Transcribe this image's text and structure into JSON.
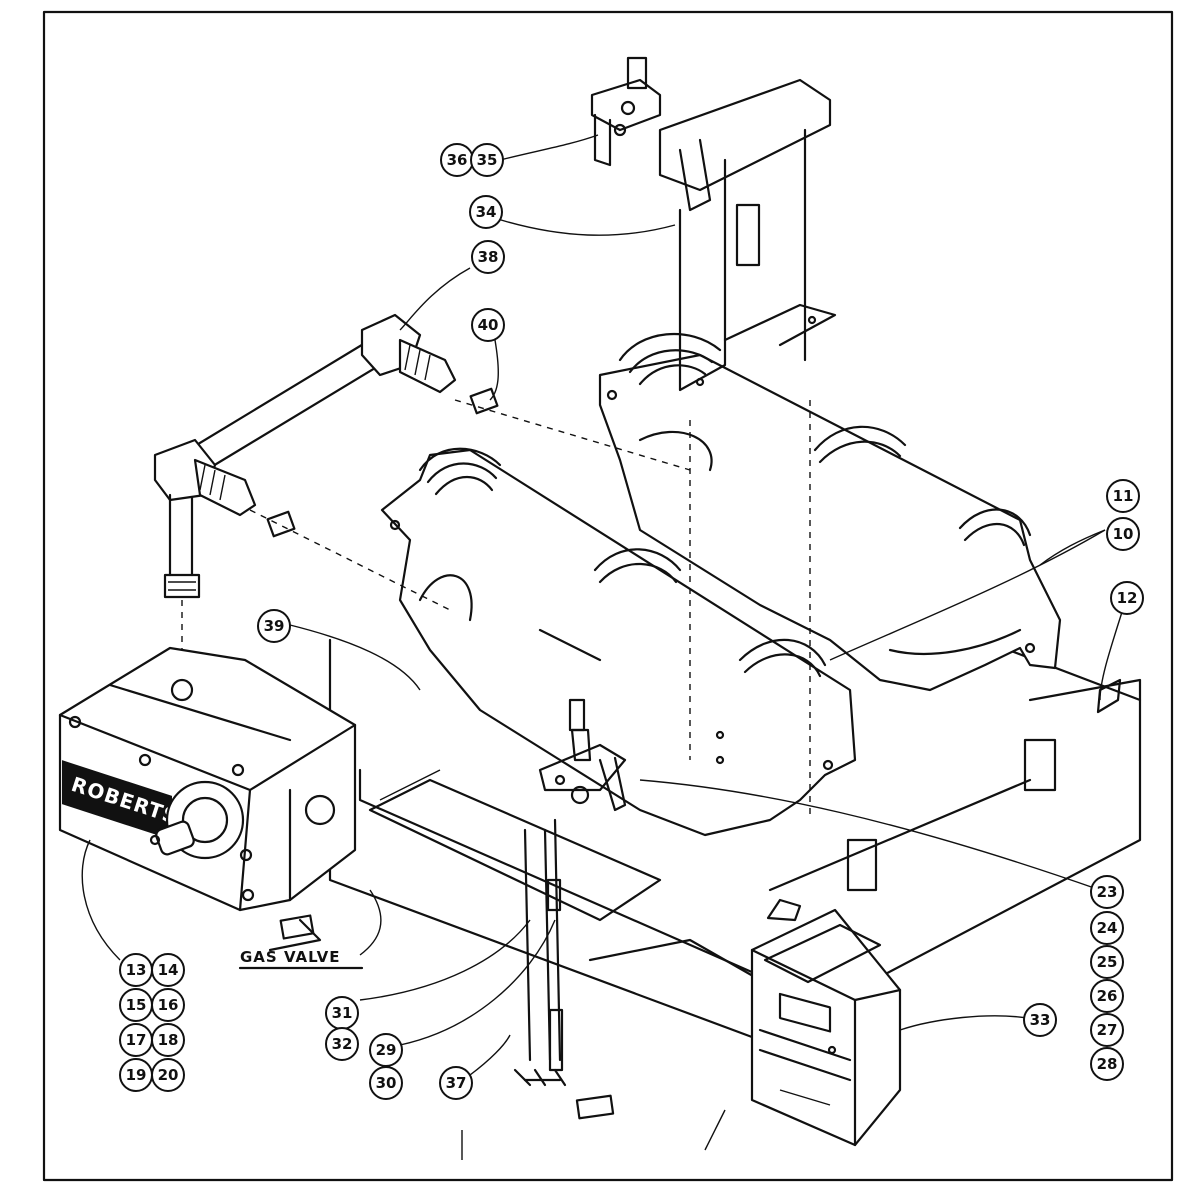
{
  "diagram": {
    "ink_color": "#111111",
    "background": "#ffffff",
    "gas_valve_label": "GAS VALVE",
    "valve_brand_text": "ROBERTSHAW",
    "callouts": [
      {
        "id": "c36",
        "label": "36"
      },
      {
        "id": "c35",
        "label": "35"
      },
      {
        "id": "c34",
        "label": "34"
      },
      {
        "id": "c38",
        "label": "38"
      },
      {
        "id": "c40",
        "label": "40"
      },
      {
        "id": "c11",
        "label": "11"
      },
      {
        "id": "c10",
        "label": "10"
      },
      {
        "id": "c12",
        "label": "12"
      },
      {
        "id": "c39",
        "label": "39"
      },
      {
        "id": "c23",
        "label": "23"
      },
      {
        "id": "c24",
        "label": "24"
      },
      {
        "id": "c25",
        "label": "25"
      },
      {
        "id": "c26",
        "label": "26"
      },
      {
        "id": "c27",
        "label": "27"
      },
      {
        "id": "c28",
        "label": "28"
      },
      {
        "id": "c33",
        "label": "33"
      },
      {
        "id": "c13",
        "label": "13"
      },
      {
        "id": "c14",
        "label": "14"
      },
      {
        "id": "c15",
        "label": "15"
      },
      {
        "id": "c16",
        "label": "16"
      },
      {
        "id": "c17",
        "label": "17"
      },
      {
        "id": "c18",
        "label": "18"
      },
      {
        "id": "c19",
        "label": "19"
      },
      {
        "id": "c20",
        "label": "20"
      },
      {
        "id": "c31",
        "label": "31"
      },
      {
        "id": "c32",
        "label": "32"
      },
      {
        "id": "c29",
        "label": "29"
      },
      {
        "id": "c30",
        "label": "30"
      },
      {
        "id": "c37",
        "label": "37"
      }
    ]
  }
}
